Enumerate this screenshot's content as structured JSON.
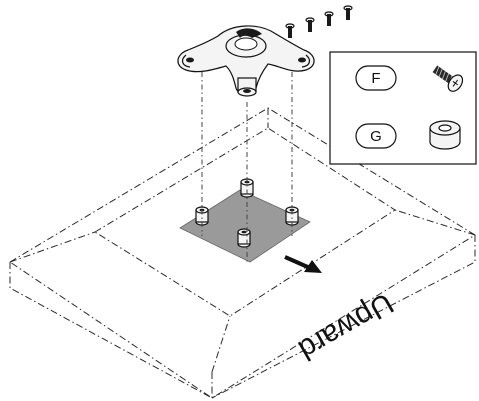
{
  "legend": {
    "items": [
      {
        "letter": "F",
        "part_icon": "screw-icon"
      },
      {
        "letter": "G",
        "part_icon": "spacer-ring-icon"
      }
    ]
  },
  "direction_label": "Upward",
  "colors": {
    "line": "#111111",
    "mount_plate": "#9a9a9a"
  }
}
